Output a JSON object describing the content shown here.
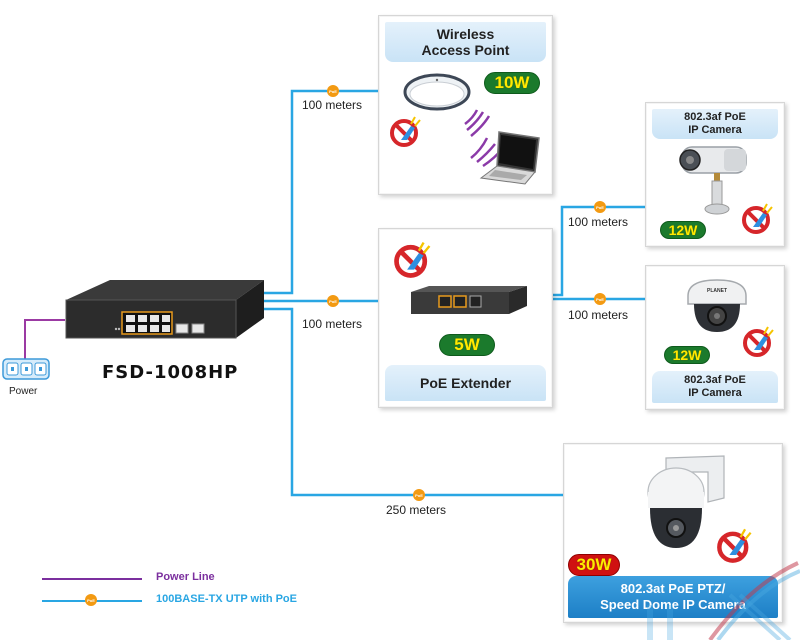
{
  "switch": {
    "model": "FSD-1008HP",
    "power_label": "Power"
  },
  "devices": {
    "wireless_ap": {
      "title_line1": "Wireless",
      "title_line2": "Access Point",
      "power": "10W",
      "cable_length": "100 meters"
    },
    "bullet_camera": {
      "title_line1": "802.3af PoE",
      "title_line2": "IP Camera",
      "power": "12W",
      "cable_length": "100 meters"
    },
    "poe_extender": {
      "title": "PoE Extender",
      "power": "5W",
      "cable_length": "100 meters"
    },
    "dome_camera": {
      "title_line1": "802.3af PoE",
      "title_line2": "IP Camera",
      "power": "12W",
      "cable_length": "100 meters",
      "brand_mark": "PLANET"
    },
    "ptz_camera": {
      "title_line1": "802.3at PoE PTZ/",
      "title_line2": "Speed Dome IP Camera",
      "power": "30W",
      "cable_length": "250 meters"
    }
  },
  "poe_badge_text": "PoE",
  "legend": {
    "items": [
      {
        "label": "Power Line",
        "color": "#7b2f9e"
      },
      {
        "label": "100BASE-TX UTP with PoE",
        "color": "#29a6e3"
      }
    ]
  },
  "colors": {
    "utp_line": "#29a6e3",
    "power_line": "#9b3aa3",
    "poe_dot": "#f39a12",
    "watt_green": "#1b7a2c",
    "watt_red": "#d01111",
    "watt_text": "#ffea00"
  }
}
